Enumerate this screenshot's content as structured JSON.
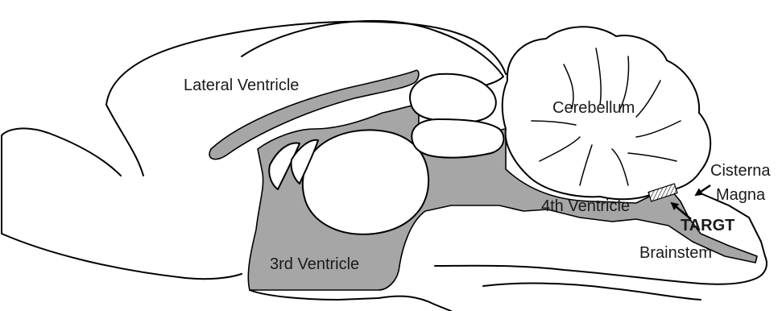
{
  "labels": {
    "lateral_ventricle": "Lateral Ventricle",
    "cerebellum": "Cerebellum",
    "cisterna": "Cisterna",
    "magna": "Magna",
    "fourth_ventricle": "4th Ventricle",
    "target": "TARGT",
    "brainstem": "Brainstem",
    "third_ventricle": "3rd Ventricle"
  },
  "colors": {
    "ventricle_fill": "#a6a6a6",
    "outline": "#000000",
    "background": "#ffffff"
  }
}
